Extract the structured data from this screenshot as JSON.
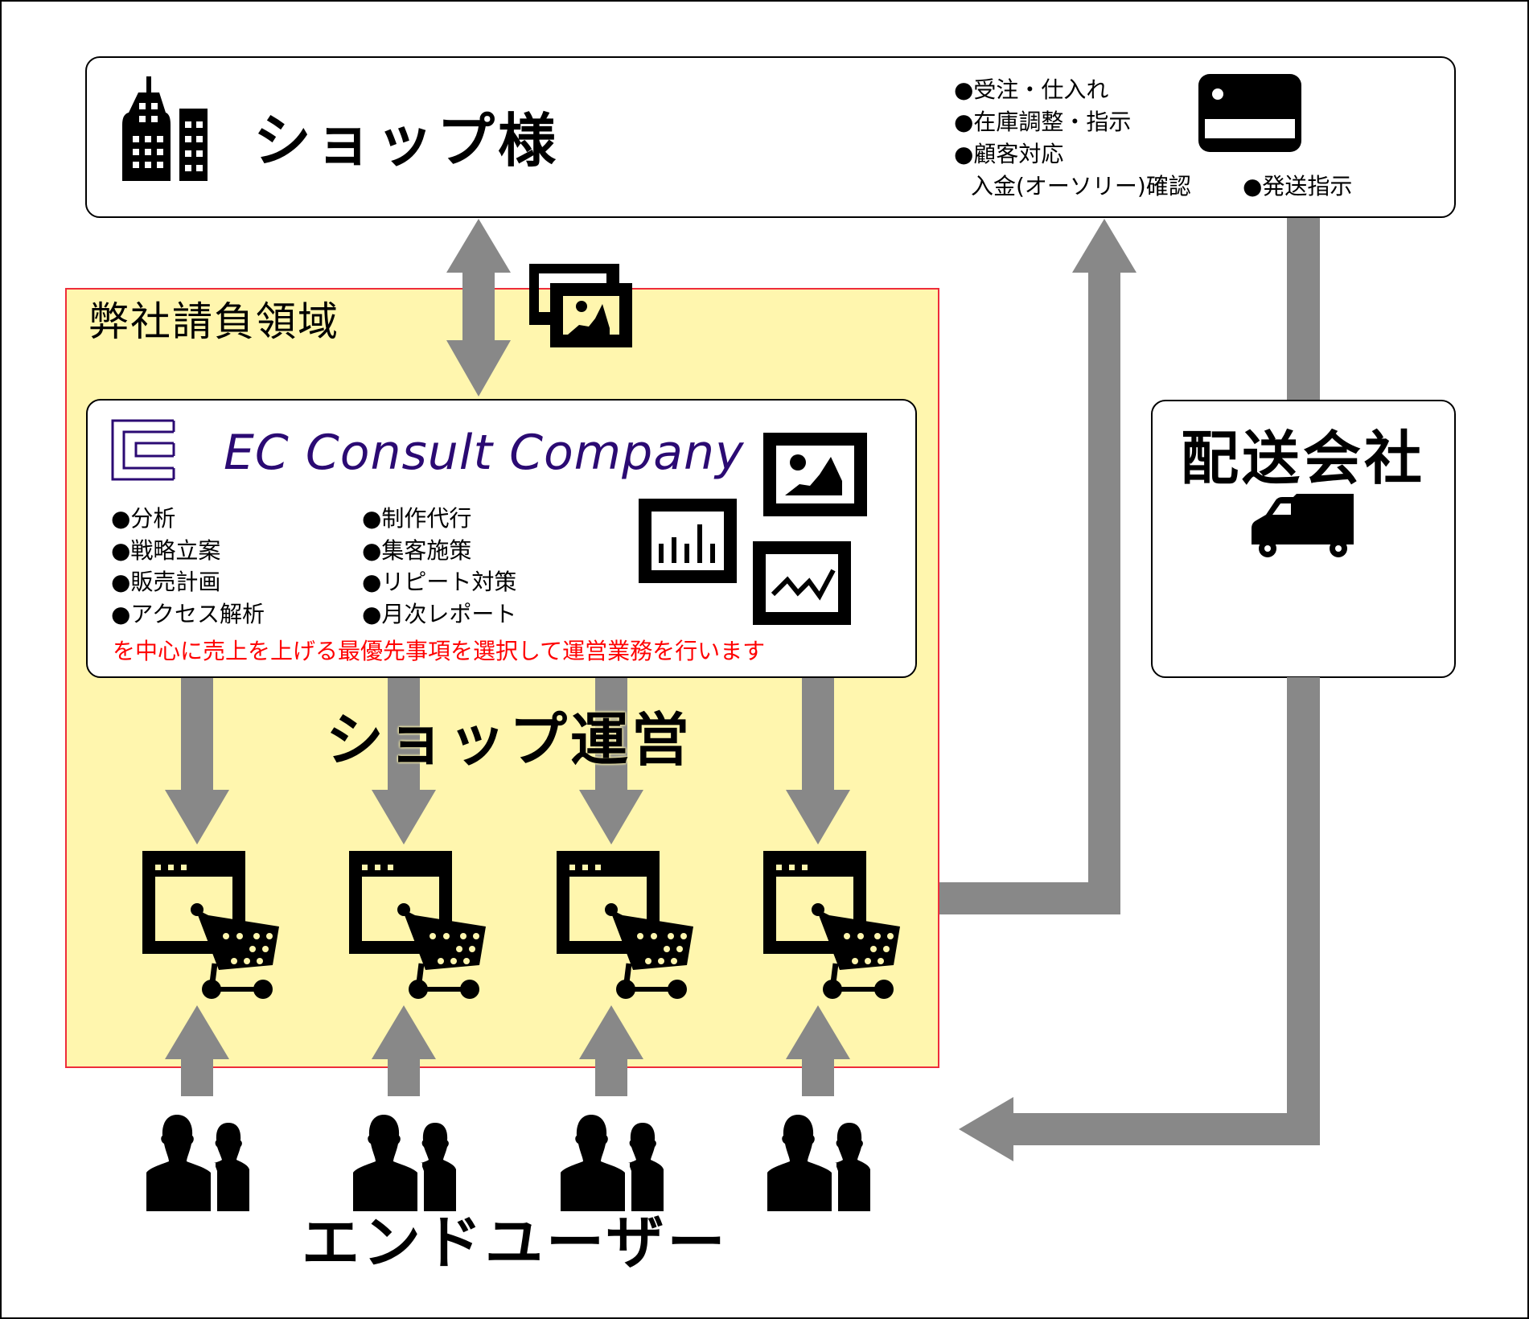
{
  "colors": {
    "arrow": "#888888",
    "zone_fill": "#fff6ae",
    "zone_border": "#ee2d3a",
    "brand": "#2b0a73",
    "highlight_text": "#ff0000"
  },
  "shop": {
    "title": "ショップ様",
    "icon": "office-building-icon",
    "tasks": [
      "●受注・仕入れ",
      "●在庫調整・指示",
      "●顧客対応"
    ],
    "payment_check": "入金(オーソリー)確認",
    "shipping_instruction": "●発送指示",
    "card_icon": "credit-card-icon"
  },
  "zone": {
    "title": "弊社請負領域",
    "images_icon": "image-gallery-icon"
  },
  "company": {
    "name": "EC Consult Company",
    "logo_icon": "company-logo-icon",
    "services_left": [
      "●分析",
      "●戦略立案",
      "●販売計画",
      "●アクセス解析"
    ],
    "services_right": [
      "●制作代行",
      "●集客施策",
      "●リピート対策",
      "●月次レポート"
    ],
    "summary": "を中心に売上を上げる最優先事項を選択して運営業務を行います",
    "icons": [
      "image-icon",
      "bar-chart-icon",
      "line-chart-icon"
    ]
  },
  "operations": {
    "title": "ショップ運営",
    "shops": [
      {
        "icon": "online-shop-cart-icon"
      },
      {
        "icon": "online-shop-cart-icon"
      },
      {
        "icon": "online-shop-cart-icon"
      },
      {
        "icon": "online-shop-cart-icon"
      }
    ]
  },
  "delivery": {
    "title": "配送会社",
    "icon": "delivery-truck-icon"
  },
  "end_users": {
    "title": "エンドユーザー",
    "groups": [
      {
        "icon": "users-icon"
      },
      {
        "icon": "users-icon"
      },
      {
        "icon": "users-icon"
      },
      {
        "icon": "users-icon"
      }
    ]
  }
}
